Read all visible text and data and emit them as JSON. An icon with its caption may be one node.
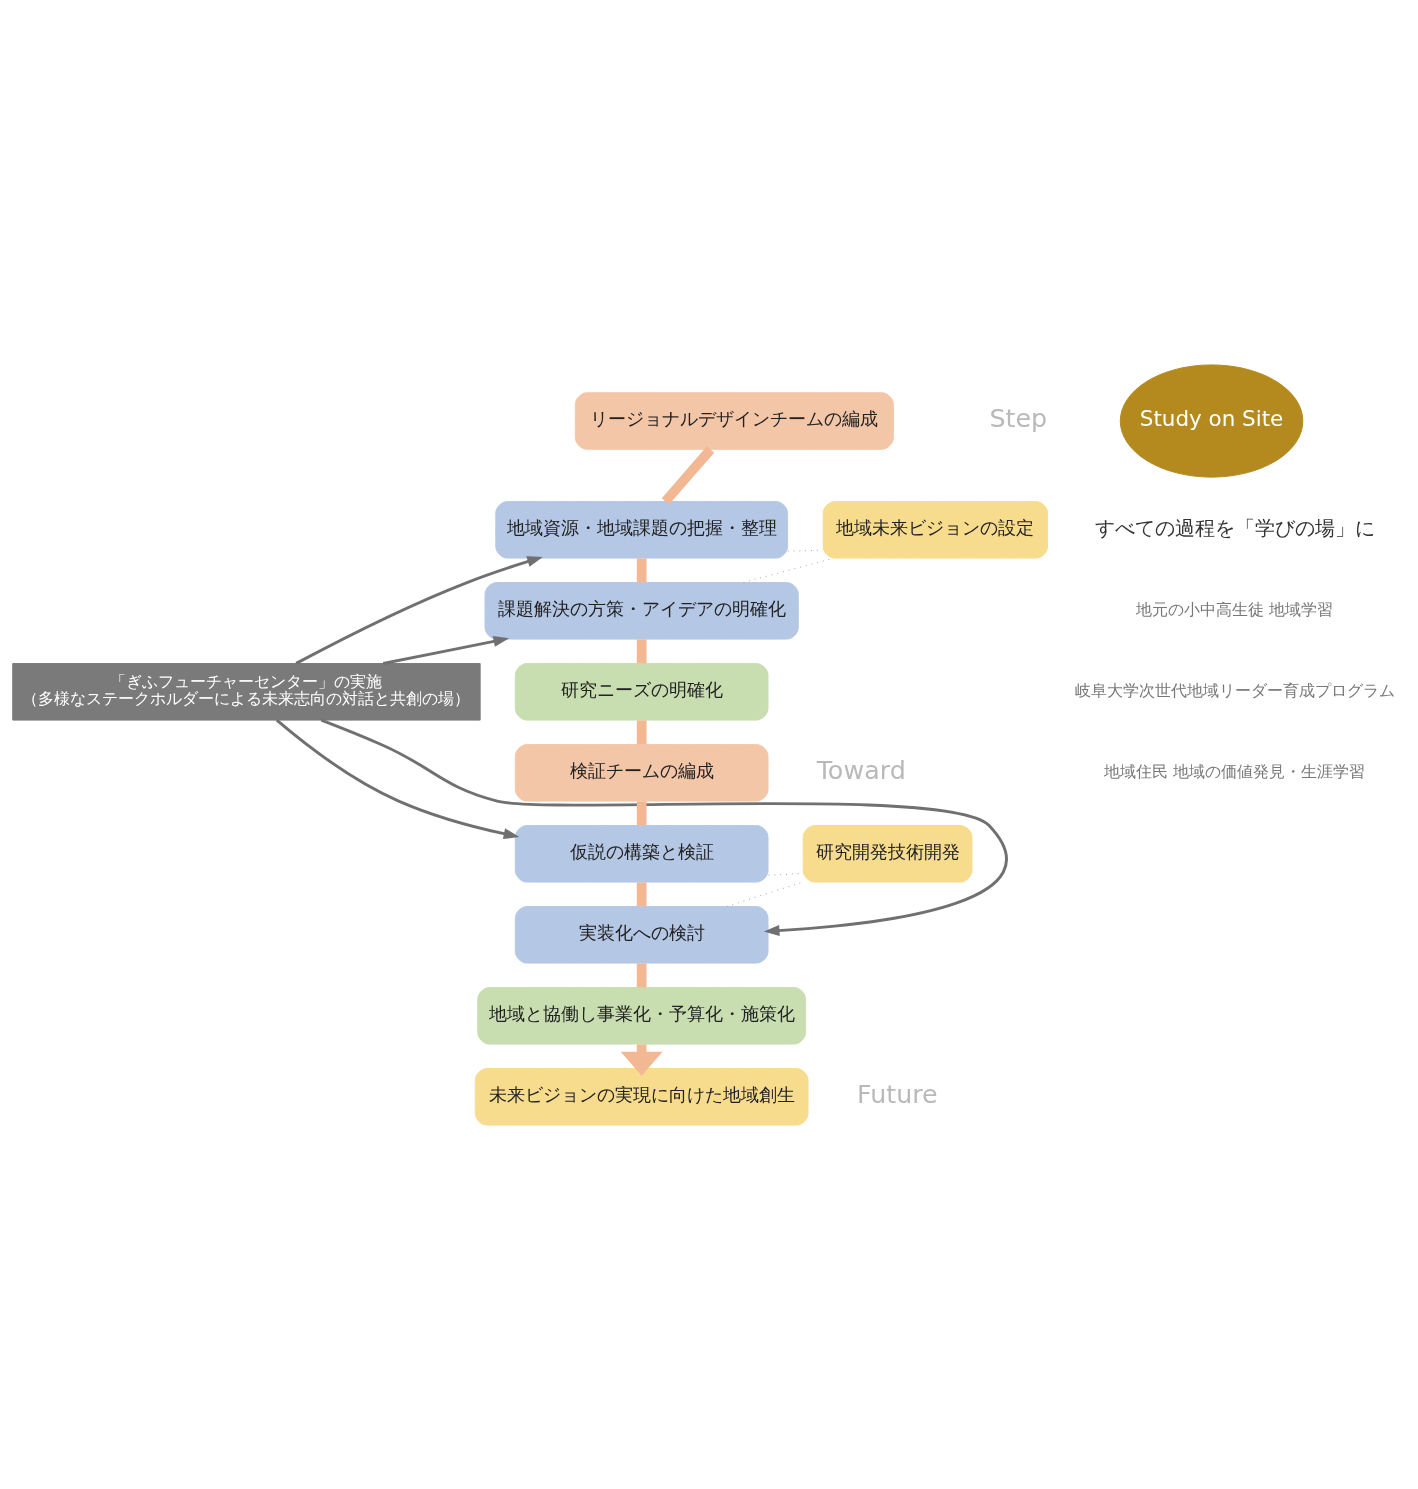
{
  "diagram": {
    "nodes": [
      {
        "text": [
          "「ぎふフューチャーセンター」の実施",
          "（多様なステークホルダーによる未来志向の対話と共創の場）"
        ]
      },
      {
        "text": [
          "リージョナルデザインチームの編成"
        ]
      },
      {
        "text": [
          "地域資源・地域課題の把握・整理"
        ]
      },
      {
        "text": [
          "課題解決の方策・アイデアの明確化"
        ]
      },
      {
        "text": [
          "研究ニーズの明確化"
        ]
      },
      {
        "text": [
          "検証チームの編成"
        ]
      },
      {
        "text": [
          "仮説の構築と検証"
        ]
      },
      {
        "text": [
          "実装化への検討"
        ]
      },
      {
        "text": [
          "地域と協働し事業化・予算化・施策化"
        ]
      },
      {
        "text": [
          "未来ビジョンの実現に向けた地域創生"
        ]
      },
      {
        "text": [
          "地域未来ビジョンの設定"
        ]
      },
      {
        "text": [
          "研究開発技術開発"
        ]
      },
      {
        "text": [
          "Study on Site"
        ]
      }
    ],
    "edges": [
      {
        "from": 1,
        "to": 2,
        "arrow": "none",
        "style": "thick"
      },
      {
        "from": 2,
        "to": 3,
        "arrow": "none",
        "style": "thick"
      },
      {
        "from": 3,
        "to": 4,
        "arrow": "none",
        "style": "thick"
      },
      {
        "from": 4,
        "to": 5,
        "arrow": "none",
        "style": "thick"
      },
      {
        "from": 5,
        "to": 6,
        "arrow": "none",
        "style": "thick"
      },
      {
        "from": 6,
        "to": 7,
        "arrow": "none",
        "style": "thick"
      },
      {
        "from": 7,
        "to": 8,
        "arrow": "none",
        "style": "thick"
      },
      {
        "from": 8,
        "to": 9,
        "arrow": "to",
        "style": "thick"
      },
      {
        "from": 0,
        "to": 2,
        "arrow": "to",
        "color": "#707070"
      },
      {
        "from": 0,
        "to": 3,
        "arrow": "to",
        "color": "#707070"
      },
      {
        "from": 0,
        "to": 6,
        "arrow": "to",
        "color": "#707070"
      },
      {
        "from": 0,
        "to": 7,
        "arrow": "to",
        "color": "#707070"
      },
      {
        "from": 2,
        "to": 10,
        "arrow": "none",
        "style": "dashed",
        "color": "#a0a0a0"
      },
      {
        "from": 3,
        "to": 10,
        "arrow": "none",
        "style": "dashed",
        "color": "#a0a0a0"
      },
      {
        "from": 6,
        "to": 11,
        "arrow": "none",
        "style": "dashed",
        "color": "#a0a0a0"
      },
      {
        "from": 7,
        "to": 11,
        "arrow": "none",
        "style": "dashed",
        "color": "#a0a0a0"
      }
    ],
    "labels": [
      "Step",
      "Toward",
      "Future",
      "すべての過程を「学びの場」に",
      "地元の小中高生徒 地域学習",
      "岐阜大学次世代地域リーダー育成プログラム",
      "地域住民 地域の価値発見・生涯学習"
    ]
  }
}
